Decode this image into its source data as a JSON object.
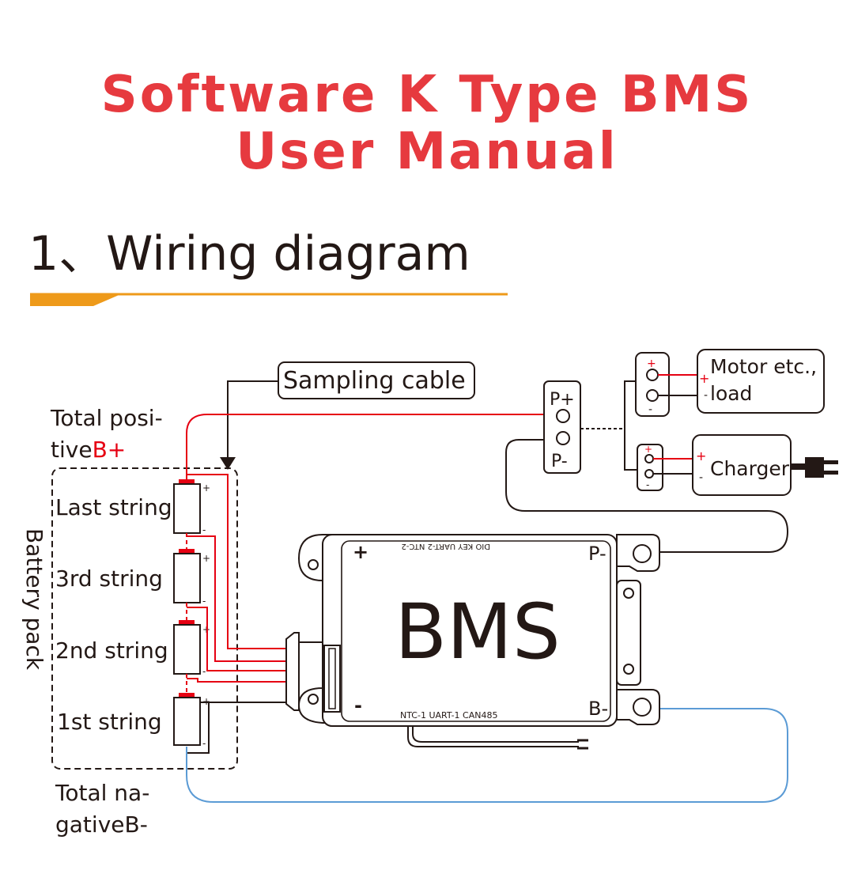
{
  "title": {
    "line1": "Software K Type BMS",
    "line2": "User Manual"
  },
  "section": {
    "heading": "1、Wiring diagram"
  },
  "diagram": {
    "sampling_cable": "Sampling cable",
    "total_positive_line1": "Total posi-",
    "total_positive_prefix": "tive",
    "total_positive_suffix": "B+",
    "total_negative_line1": "Total na-",
    "total_negative_line2": "gativeB-",
    "battery_pack": "Battery pack",
    "strings": [
      "Last string",
      "3rd string",
      "2nd string",
      "1st string"
    ],
    "plus": "+",
    "minus": "-",
    "p_plus": "P+",
    "p_minus": "P-",
    "b_minus": "B-",
    "motor_line1": "Motor etc.,",
    "motor_line2": "load",
    "charger": "Charger",
    "bms_label": "BMS",
    "bms_top_ports": "DIO  KEY  UART-2  NTC-2",
    "bms_bottom_ports": "NTC-1  UART-1  CAN485"
  },
  "colors": {
    "title_red": "#e63a3f",
    "wire_red": "#e60012",
    "wire_blue": "#5b9bd5",
    "underline_orange": "#ee9a1a",
    "ink": "#231815"
  }
}
